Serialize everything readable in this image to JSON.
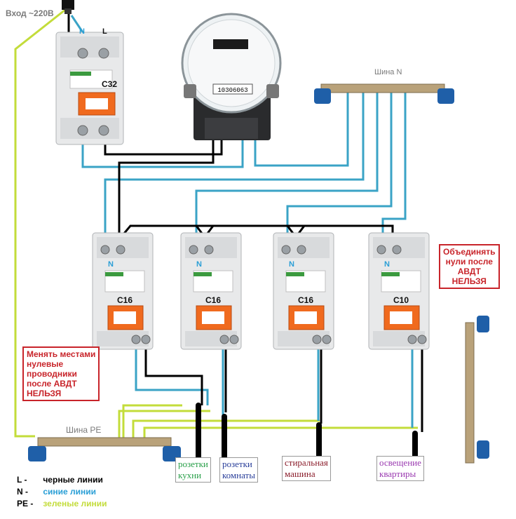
{
  "header": {
    "input_label": "Вход ~220В"
  },
  "main_breaker": {
    "label": "C32",
    "terminal_n": "N",
    "terminal_l": "L"
  },
  "meter": {
    "display": "10306063"
  },
  "bus_n": {
    "label": "Шина N"
  },
  "bus_pe": {
    "label": "Шина PE"
  },
  "rcbos": [
    {
      "rating": "C16",
      "terminal": "N"
    },
    {
      "rating": "C16",
      "terminal": "N"
    },
    {
      "rating": "C16",
      "terminal": "N"
    },
    {
      "rating": "C10",
      "terminal": "N"
    }
  ],
  "warnings": {
    "swap_neutrals": "Менять местами\nнулевые\nпроводники\nпосле АВДТ\nНЕЛЬЗЯ",
    "merge_neutrals": "Объединять\nнули после\nАВДТ\nНЕЛЬЗЯ"
  },
  "loads": [
    {
      "label": "розетки\nкухни"
    },
    {
      "label": "розетки\nкомнаты"
    },
    {
      "label": "стиральная\nмашина"
    },
    {
      "label": "освещение\nквартиры"
    }
  ],
  "legend": [
    {
      "key": "L -",
      "text": "черные линии",
      "color": "#000000"
    },
    {
      "key": "N -",
      "text": "синие линии",
      "color": "#2a9fd6"
    },
    {
      "key": "PE -",
      "text": "зеленые линии",
      "color": "#c3dc3a"
    }
  ],
  "colors": {
    "phase": "#000000",
    "neutral": "#3aa3c6",
    "earth": "#c3dc3a",
    "switch_orange": "#f06a1e",
    "warning": "#c8242a"
  }
}
